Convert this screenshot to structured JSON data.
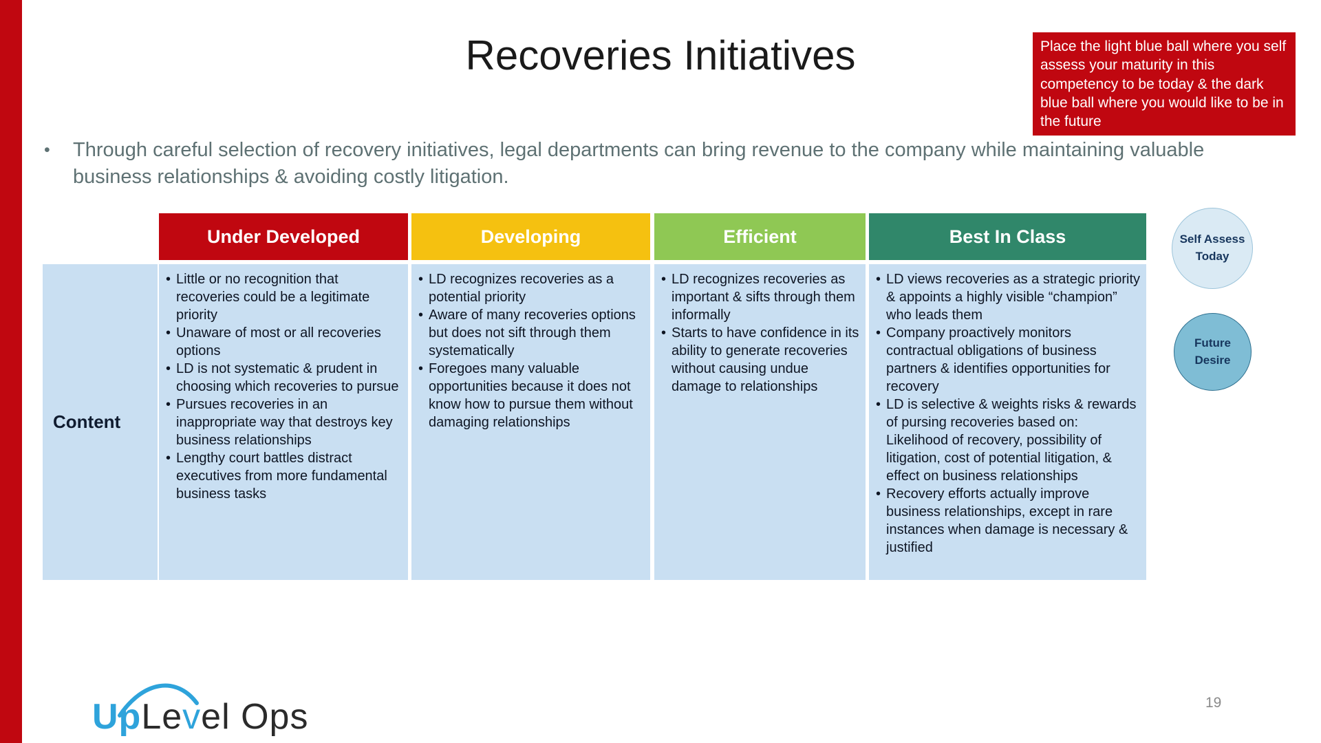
{
  "slide": {
    "title": "Recoveries Initiatives",
    "page_number": "19",
    "instruction_note": "Place the light blue ball where you self assess your maturity in this competency to be today & the dark blue ball where you would like to be in the future",
    "intro_marker": "•",
    "intro_bullet": "Through careful selection of recovery initiatives, legal departments can bring revenue to the company while maintaining valuable business relationships & avoiding costly litigation."
  },
  "matrix": {
    "row_label": "Content",
    "columns": [
      {
        "header": "Under Developed",
        "header_color": "#c00710",
        "bullets": [
          "Little or no recognition that recoveries could be a legitimate priority",
          "Unaware of most or all recoveries options",
          "LD is not systematic & prudent in choosing which recoveries to pursue",
          "Pursues recoveries in an inappropriate way that destroys key business relationships",
          "Lengthy court battles distract executives from more fundamental business tasks"
        ]
      },
      {
        "header": "Developing",
        "header_color": "#f5c110",
        "bullets": [
          "LD recognizes recoveries as a potential priority",
          "Aware of many recoveries options but does not sift through them systematically",
          "Foregoes many valuable opportunities because it does not know how to pursue them without damaging relationships"
        ]
      },
      {
        "header": "Efficient",
        "header_color": "#8fc854",
        "bullets": [
          "LD recognizes recoveries as important & sifts through them informally",
          "Starts to have confidence in its ability to generate recoveries without causing undue damage to relationships"
        ]
      },
      {
        "header": "Best In Class",
        "header_color": "#30876a",
        "bullets": [
          "LD views recoveries as a strategic priority & appoints a highly visible “champion” who leads them",
          "Company proactively monitors contractual obligations of business partners & identifies opportunities for recovery",
          "LD is selective & weights risks & rewards of pursing recoveries based on:  Likelihood of recovery, possibility of litigation, cost of potential litigation, & effect on business relationships",
          "Recovery efforts actually improve business relationships, except in rare instances when damage is necessary & justified"
        ]
      }
    ]
  },
  "markers": {
    "today": {
      "line1": "Self Assess",
      "line2": "Today",
      "fill": "#daeaf4"
    },
    "future": {
      "line1": "Future",
      "line2": "Desire",
      "fill": "#7fbdd5"
    }
  },
  "logo": {
    "up": "Up",
    "le": "Le",
    "v": "v",
    "rest": "el Ops"
  },
  "colors": {
    "accent_red": "#c00710",
    "cell_blue": "#c9dff2",
    "intro_text": "#5e7173",
    "body_text": "#0e1523",
    "logo_blue": "#2ea3db"
  }
}
